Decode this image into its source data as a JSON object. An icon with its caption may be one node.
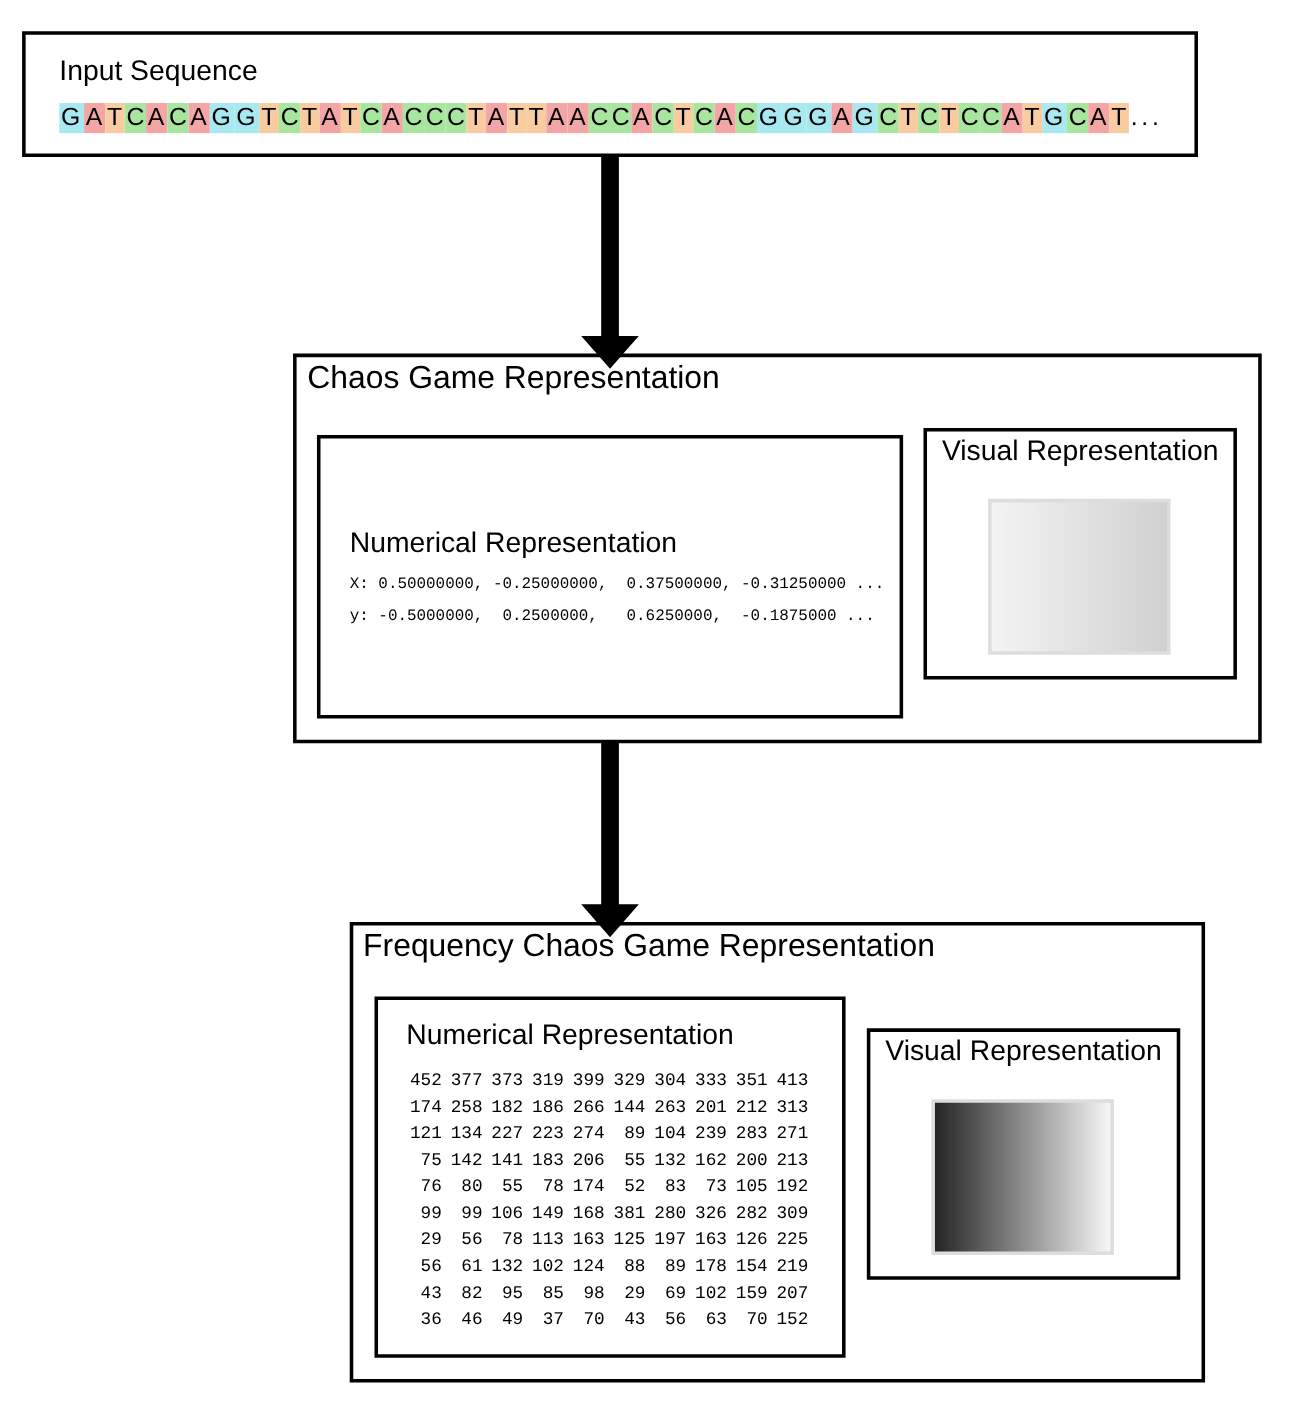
{
  "diagram": {
    "nodes": [
      {
        "text": [
          "Input Sequence",
          "GATCACAGGTCTATCACCCTATTAACCACTCACGGGAGCTCTCCATGCAT..."
        ]
      },
      {
        "text": [
          "Chaos Game Representation"
        ]
      },
      {
        "text": [
          "Numerical Representation",
          "X: 0.50000000, -0.25000000,  0.37500000, -0.31250000 ...",
          "y: -0.5000000,  0.2500000,   0.6250000,  -0.1875000 ..."
        ],
        "in": 1
      },
      {
        "text": [
          "Visual Representation"
        ],
        "in": 1
      },
      {
        "text": [],
        "shape": "picture",
        "in": 3
      },
      {
        "text": [
          "Frequency Chaos Game Representation"
        ]
      },
      {
        "text": [
          "Numerical Representation",
          "452 377 373 319 399 329 304 333 351 413",
          "174 258 182 186 266 144 263 201 212 313",
          "121 134 227 223 274 89 104 239 283 271",
          "75 142 141 183 206 55 132 162 200 213",
          "76 80 55 78 174 52 83 73 105 192",
          "99 99 106 149 168 381 280 326 282 309",
          "29 56 78 113 163 125 197 163 126 225",
          "56 61 132 102 124 88 89 178 154 219",
          "43 82 95 85 98 29 69 102 159 207",
          "36 46 49 37 70 43 56 63 70 152"
        ],
        "in": 5
      },
      {
        "text": [
          "Visual Representation"
        ],
        "in": 5
      },
      {
        "text": [],
        "shape": "picture",
        "in": 7
      }
    ],
    "edges": [
      {
        "from": 0,
        "to": 1,
        "arrow": "to"
      },
      {
        "from": 1,
        "to": 5,
        "arrow": "to"
      }
    ]
  }
}
